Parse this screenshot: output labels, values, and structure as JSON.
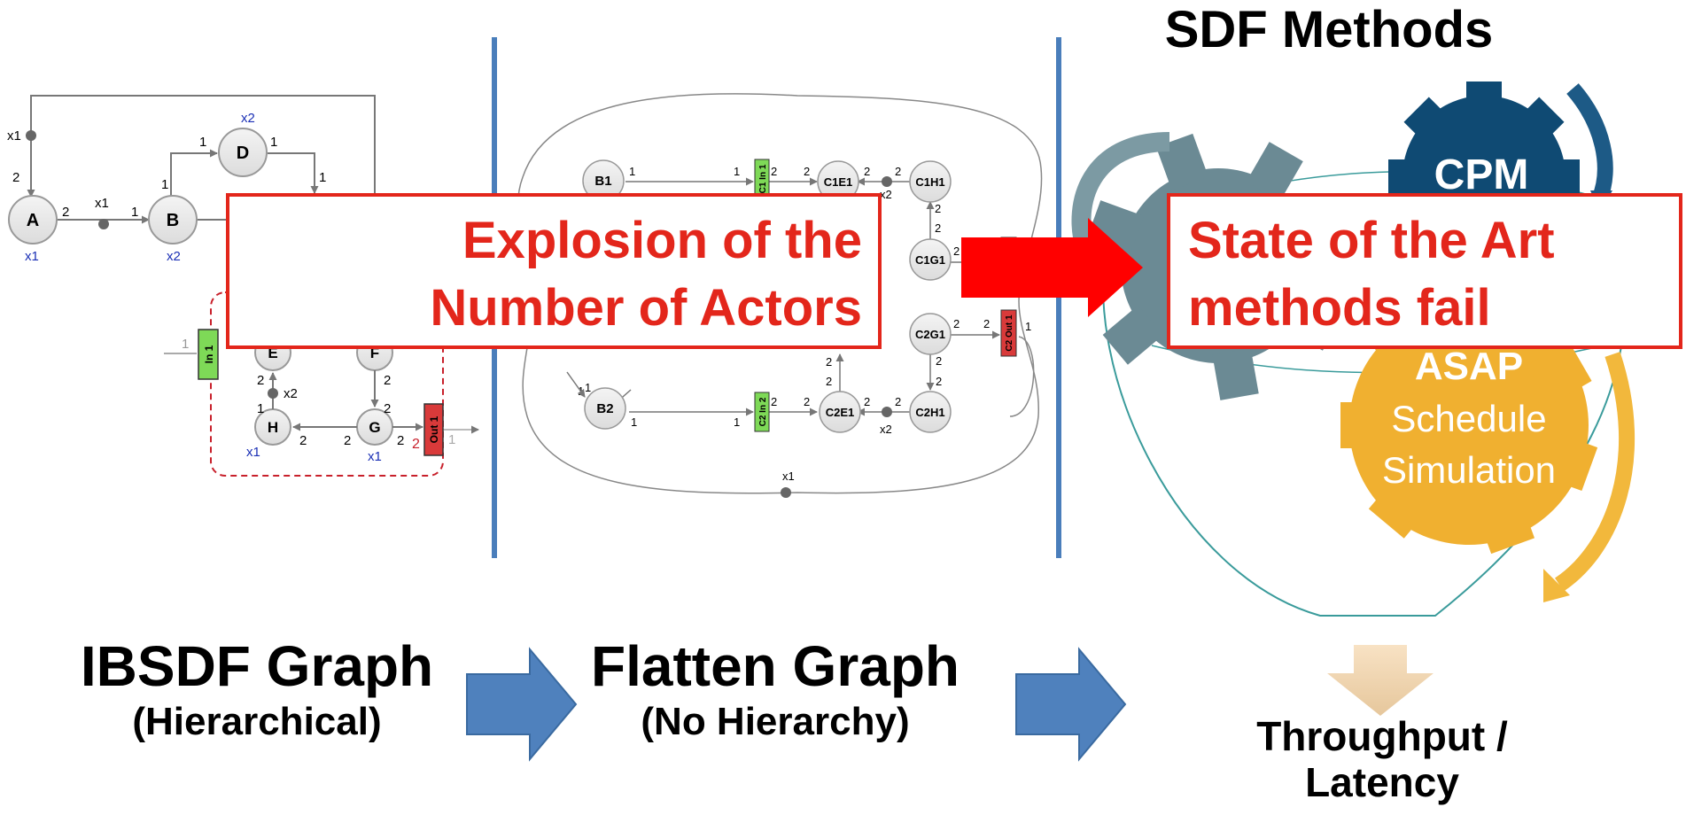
{
  "header": {
    "title": "SDF Methods"
  },
  "ibsdf_graph": {
    "title": "IBSDF Graph",
    "subtitle": "(Hierarchical)",
    "actors": {
      "A": "A",
      "B": "B",
      "D": "D",
      "E": "E",
      "F": "F",
      "G": "G",
      "H": "H"
    },
    "ports": {
      "in": "In 1",
      "out": "Out 1"
    },
    "rates": {
      "one": "1",
      "two": "2"
    },
    "delays": {
      "x1": "x1",
      "x2": "x2"
    }
  },
  "flatten_graph": {
    "title": "Flatten Graph",
    "subtitle": "(No Hierarchy)",
    "actors": {
      "b1": "B1",
      "b2": "B2",
      "c1e1": "C1E1",
      "c1h1": "C1H1",
      "c1g1": "C1G1",
      "c2g1": "C2G1",
      "c2e1": "C2E1",
      "c2h1": "C2H1"
    },
    "ports": {
      "c1in1": "C1 In 1",
      "c2in2": "C2 In 2",
      "c2out1": "C2 Out 1"
    },
    "delays": {
      "x1": "x1",
      "x2": "x2"
    }
  },
  "methods": {
    "cpm": "CPM",
    "asap": "ASAP",
    "schedule": "Schedule",
    "simulation": "Simulation",
    "output_line1": "Throughput /",
    "output_line2": "Latency"
  },
  "callouts": {
    "explosion_line1": "Explosion of the",
    "explosion_line2": "Number of Actors",
    "state_line1": "State of the Art",
    "state_line2": "methods fail"
  },
  "colors": {
    "divider": "#4a7ebb",
    "callout_red": "#e3261b",
    "arrow_blue": "#4f81bd",
    "arrow_red": "#ff0000",
    "gear_gray": "#6b8a94",
    "gear_navy": "#0f4a73",
    "gear_gold": "#f0b030",
    "port_green": "#7ed957",
    "port_red": "#d93a3a"
  }
}
